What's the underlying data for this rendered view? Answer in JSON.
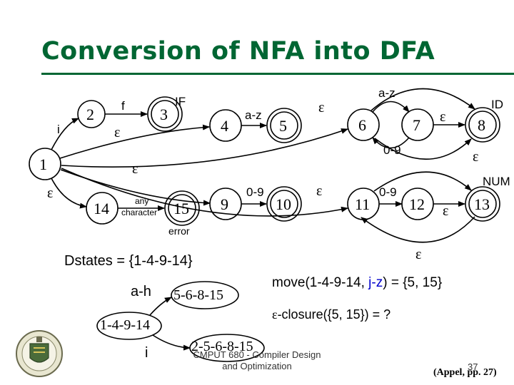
{
  "title": "Conversion of NFA into DFA",
  "nfa": {
    "states": [
      "1",
      "2",
      "3",
      "4",
      "5",
      "6",
      "7",
      "8",
      "9",
      "10",
      "11",
      "12",
      "13",
      "14",
      "15"
    ],
    "edge_labels": {
      "i": "i",
      "f": "f",
      "eps": "ε",
      "IF": "IF",
      "az": "a-z",
      "ID": "ID",
      "d09": "0-9",
      "NUM": "NUM",
      "any": "any",
      "character": "character",
      "error": "error"
    }
  },
  "dstates_label": "Dstates = {1-4-9-14}",
  "dfa": {
    "start": "1-4-9-14",
    "second": "5-6-8-15",
    "third": "2-5-6-8-15",
    "edge_ah": "a-h",
    "edge_i": "i"
  },
  "move_prefix": "move(1-4-9-14, ",
  "move_arg": "j-z",
  "move_suffix": ") = {5, 15}",
  "closure_eps": "ε",
  "closure_text": "-closure({5, 15}) = ?",
  "footer_line1": "CMPUT 680 - Compiler Design",
  "footer_line2": "and Optimization",
  "page_number": "37",
  "citation": "(Appel, pp. 27)"
}
